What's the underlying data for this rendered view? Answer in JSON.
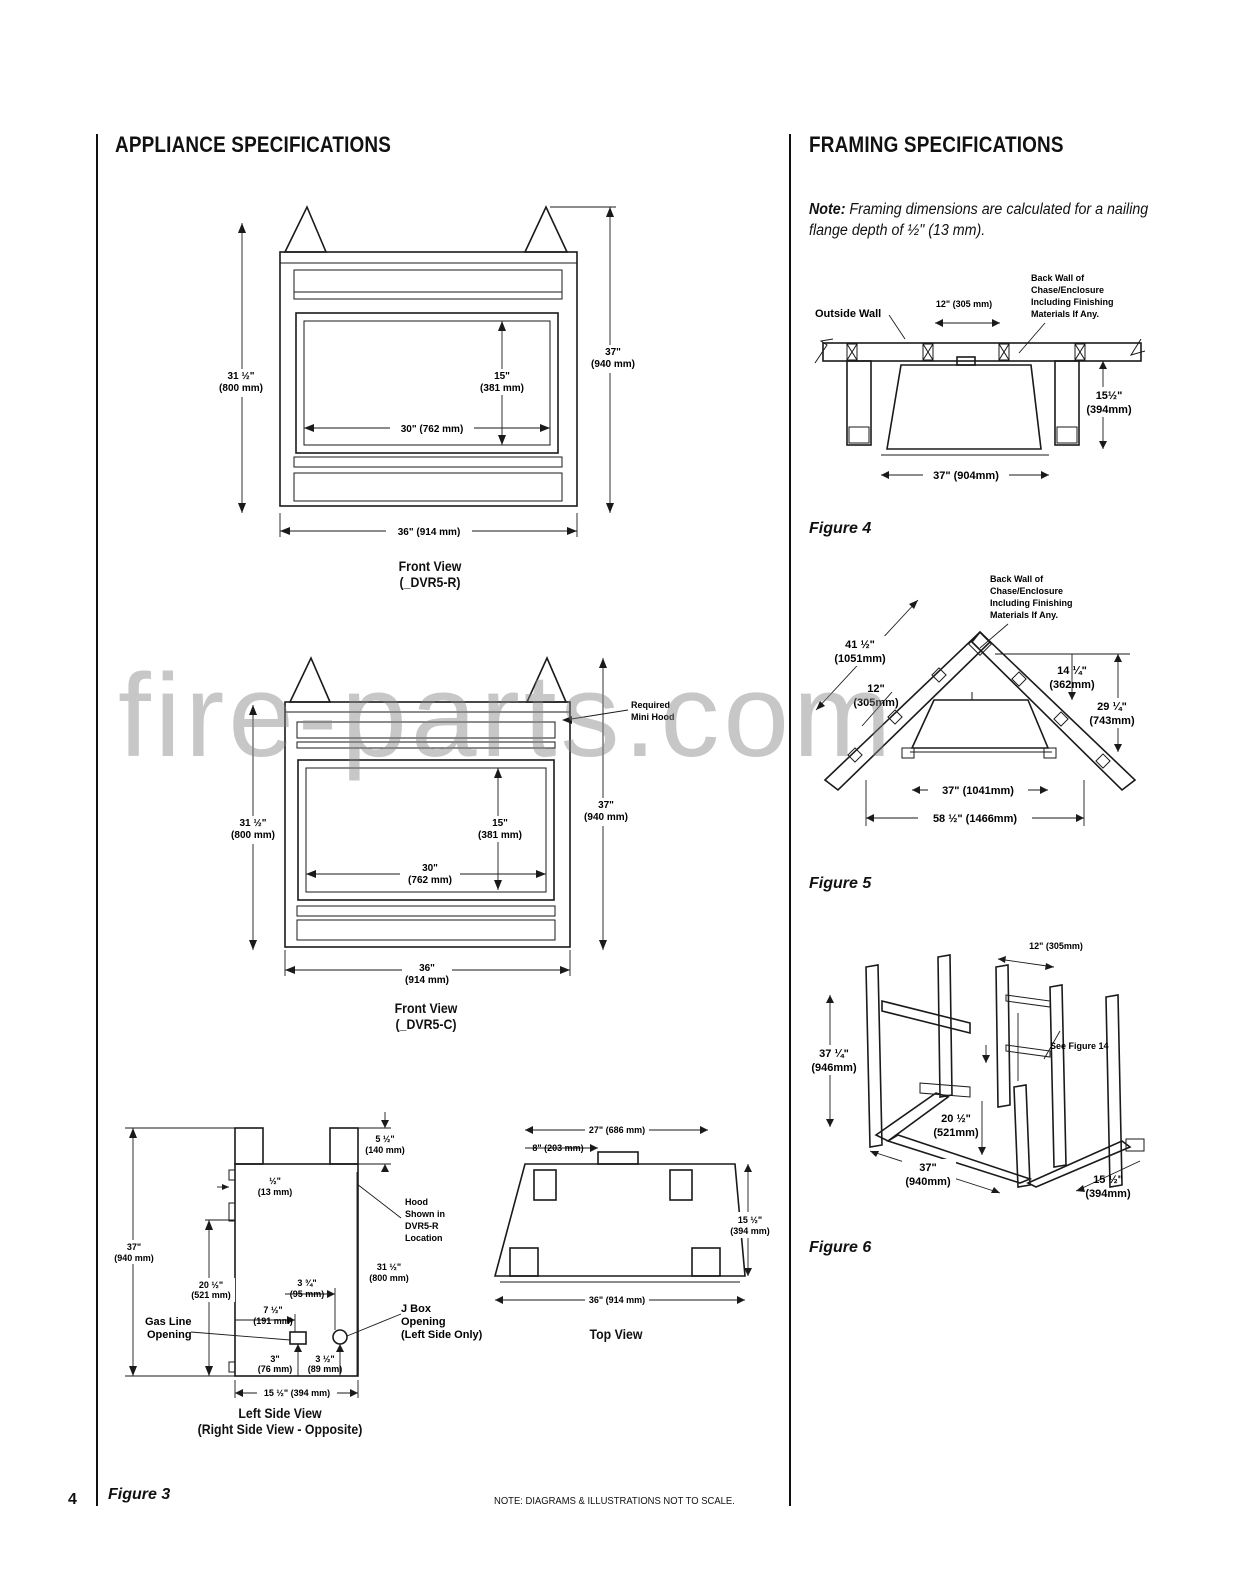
{
  "page": {
    "number": "4",
    "watermark": "fire-parts.com",
    "footer_note": "NOTE: DIAGRAMS & ILLUSTRATIONS NOT TO SCALE."
  },
  "appliance": {
    "heading": "APPLIANCE SPECIFICATIONS",
    "figure_label": "Figure 3",
    "front_r": {
      "caption_line1": "Front View",
      "caption_line2": "(_DVR5-R)",
      "dim_height_total": "37\"",
      "dim_height_total_mm": "(940 mm)",
      "dim_height": "31 ½\"",
      "dim_height_mm": "(800 mm)",
      "dim_opening_h": "15\"",
      "dim_opening_h_mm": "(381 mm)",
      "dim_opening_w": "30\" (762 mm)",
      "dim_width": "36\" (914 mm)"
    },
    "front_c": {
      "caption_line1": "Front View",
      "caption_line2": "(_DVR5-C)",
      "hood_note_1": "Required",
      "hood_note_2": "Mini Hood",
      "dim_height_total": "37\"",
      "dim_height_total_mm": "(940 mm)",
      "dim_height": "31 ½\"",
      "dim_height_mm": "(800 mm)",
      "dim_opening_h": "15\"",
      "dim_opening_h_mm": "(381 mm)",
      "dim_opening_w": "30\"",
      "dim_opening_w_mm": "(762 mm)",
      "dim_width": "36\"",
      "dim_width_mm": "(914 mm)"
    },
    "side": {
      "caption_line1": "Left Side View",
      "caption_line2": "(Right Side View - Opposite)",
      "d_5half": "5 ½\"",
      "d_5half_mm": "(140 mm)",
      "d_half": "½\"",
      "d_half_mm": "(13 mm)",
      "d_37": "37\"",
      "d_37_mm": "(940 mm)",
      "d_20half": "20 ½\"",
      "d_20half_mm": "(521 mm)",
      "d_31half": "31 ½\"",
      "d_31half_mm": "(800 mm)",
      "d_3q": "3 ¾\"",
      "d_3q_mm": "(95 mm)",
      "d_7half": "7 ½\"",
      "d_7half_mm": "(191 mm)",
      "d_3": "3\"",
      "d_3_mm": "(76 mm)",
      "d_3half": "3 ½\"",
      "d_3half_mm": "(89 mm)",
      "d_15half": "15 ½\" (394 mm)",
      "hood_1": "Hood",
      "hood_2": "Shown in",
      "hood_3": "DVR5-R",
      "hood_4": "Location",
      "gas_1": "Gas Line",
      "gas_2": "Opening",
      "jbox_1": "J Box",
      "jbox_2": "Opening",
      "jbox_3": "(Left Side Only)"
    },
    "top": {
      "caption": "Top View",
      "d_27": "27\" (686 mm)",
      "d_8": "8\" (203 mm)",
      "d_15half": "15 ½\"",
      "d_15half_mm": "(394 mm)",
      "d_36": "36\" (914 mm)"
    }
  },
  "framing": {
    "heading": "FRAMING SPECIFICATIONS",
    "note_label": "Note:",
    "note_text": " Framing dimensions are calculated for a nailing flange depth of ½\" (13 mm).",
    "fig4": {
      "label": "Figure 4",
      "outside_wall": "Outside Wall",
      "d_12": "12\" (305 mm)",
      "back_1": "Back Wall of",
      "back_2": "Chase/Enclosure",
      "back_3": "Including Finishing",
      "back_4": "Materials If Any.",
      "d_15half": "15½\"",
      "d_15half_mm": "(394mm)",
      "d_37": "37\" (904mm)"
    },
    "fig5": {
      "label": "Figure 5",
      "back_1": "Back Wall of",
      "back_2": "Chase/Enclosure",
      "back_3": "Including Finishing",
      "back_4": "Materials If Any.",
      "d_41half": "41 ½\"",
      "d_41half_mm": "(1051mm)",
      "d_12": "12\"",
      "d_12_mm": "(305mm)",
      "d_14q": "14 ¼\"",
      "d_14q_mm": "(362mm)",
      "d_29q": "29 ¼\"",
      "d_29q_mm": "(743mm)",
      "d_37": "37\" (1041mm)",
      "d_58half": "58 ½\" (1466mm)"
    },
    "fig6": {
      "label": "Figure 6",
      "d_12": "12\" (305mm)",
      "see_fig": "See Figure 14",
      "d_37q": "37 ¼\"",
      "d_37q_mm": "(946mm)",
      "d_20half": "20 ½\"",
      "d_20half_mm": "(521mm)",
      "d_37": "37\"",
      "d_37_mm": "(940mm)",
      "d_15half": "15 ½\"",
      "d_15half_mm": "(394mm)"
    }
  }
}
